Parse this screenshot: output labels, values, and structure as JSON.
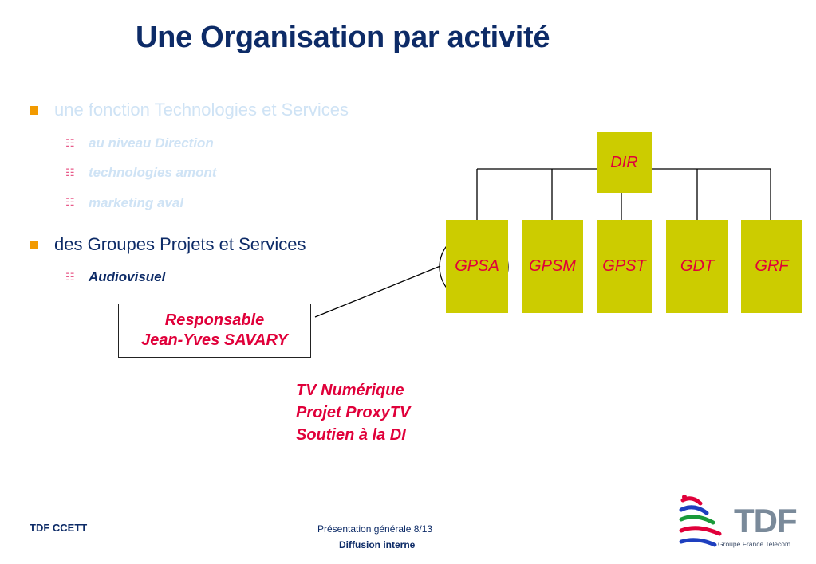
{
  "title": "Une Organisation par activité",
  "bullets": [
    {
      "label": "une fonction Technologies et Services",
      "sub": [
        "au niveau Direction",
        "technologies amont",
        "marketing aval"
      ]
    },
    {
      "label": "des Groupes Projets et Services",
      "sub": [
        "Audiovisuel"
      ]
    }
  ],
  "org": {
    "top": "DIR",
    "groups": [
      "GPSA",
      "GPSM",
      "GPST",
      "GDT",
      "GRF"
    ]
  },
  "responsable": {
    "line1": "Responsable",
    "line2": "Jean-Yves SAVARY"
  },
  "projects": [
    "TV Numérique",
    "Projet ProxyTV",
    "Soutien à la DI"
  ],
  "footer": {
    "left": "TDF CCETT",
    "presentation": "Présentation générale 8/13",
    "diffusion": "Diffusion interne"
  },
  "logo": {
    "name": "TDF",
    "tagline": "Groupe France Telecom"
  },
  "colors": {
    "title": "#0d2b67",
    "box": "#cccc00",
    "accent_text": "#e0003a",
    "bullet": "#f29a00"
  }
}
